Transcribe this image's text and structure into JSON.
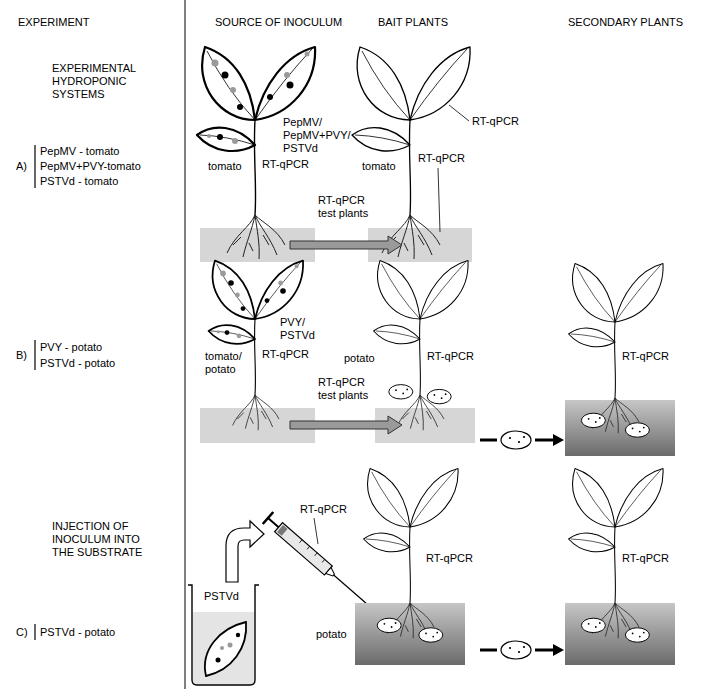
{
  "diagram": {
    "labels": [
      "EXPERIMENT",
      "SOURCE OF INOCULUM",
      "BAIT PLANTS",
      "SECONDARY PLANTS",
      "EXPERIMENTAL HYDROPONIC SYSTEMS",
      "A)",
      "PepMV - tomato",
      "PepMV+PVY-tomato",
      "PSTVd - tomato",
      "PepMV/ PepMV+PVY/ PSTVd",
      "tomato",
      "RT-qPCR",
      "tomato",
      "RT-qPCR",
      "RT-qPCR",
      "RT-qPCR test plants",
      "B)",
      "PVY - potato",
      "PSTVd - potato",
      "PVY/ PSTVd",
      "tomato/ potato",
      "RT-qPCR",
      "RT-qPCR test plants",
      "potato",
      "RT-qPCR",
      "RT-qPCR",
      "INJECTION OF INOCULUM INTO THE SUBSTRATE",
      "C)",
      "PSTVd - potato",
      "RT-qPCR",
      "PSTVd",
      "potato",
      "RT-qPCR",
      "RT-qPCR"
    ]
  }
}
